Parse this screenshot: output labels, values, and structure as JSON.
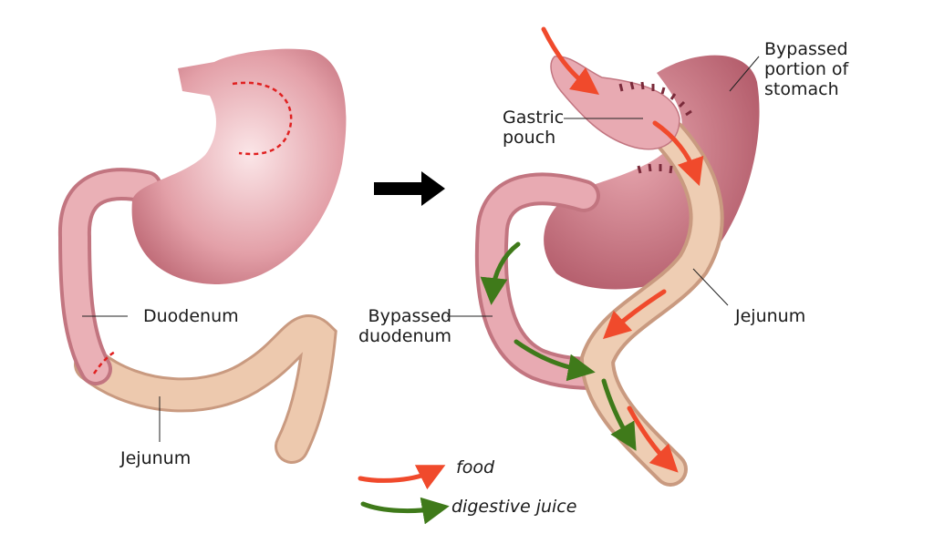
{
  "labels": {
    "left_duodenum": "Duodenum",
    "left_jejunum": "Jejunum",
    "gastric_pouch_1": "Gastric",
    "gastric_pouch_2": "pouch",
    "bypassed_stomach_1": "Bypassed",
    "bypassed_stomach_2": "portion of",
    "bypassed_stomach_3": "stomach",
    "bypassed_duodenum_1": "Bypassed",
    "bypassed_duodenum_2": "duodenum",
    "right_jejunum": "Jejunum"
  },
  "legend": [
    {
      "label": "food",
      "color": "#f04a2c"
    },
    {
      "label": "digestive juice",
      "color": "#3f7a1a"
    }
  ],
  "colors": {
    "stomach": "#d98a92",
    "intestine": "#e9c2a6",
    "cut_line": "#e02020"
  }
}
